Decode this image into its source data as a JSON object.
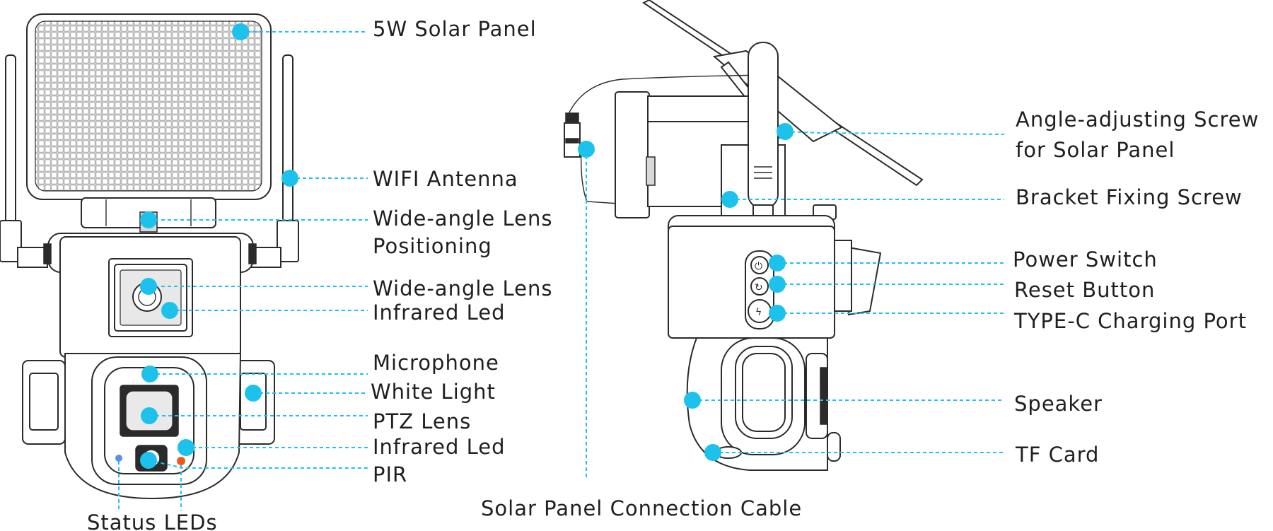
{
  "colors": {
    "callout": "#1cc2ec",
    "status_led_blue": "#5a8ef0",
    "status_led_orange": "#ef5a1a",
    "ink": "#2b2b2b"
  },
  "left_view": {
    "labels": {
      "solar_panel": "5W Solar Panel",
      "wifi_antenna": "WIFI Antenna",
      "wide_lens_positioning_1": "Wide-angle Lens",
      "wide_lens_positioning_2": "Positioning",
      "wide_lens": "Wide-angle Lens",
      "infrared_led_top": "Infrared Led",
      "microphone": "Microphone",
      "white_light": "White Light",
      "ptz_lens": "PTZ Lens",
      "infrared_led_bottom": "Infrared Led",
      "pir": "PIR",
      "status_leds": "Status LEDs"
    }
  },
  "right_view": {
    "labels": {
      "angle_screw_1": "Angle-adjusting Screw",
      "angle_screw_2": "for Solar Panel",
      "bracket_screw": "Bracket Fixing Screw",
      "power_switch": "Power Switch",
      "reset_button": "Reset Button",
      "type_c": "TYPE-C Charging Port",
      "speaker": "Speaker",
      "tf_card": "TF Card",
      "solar_cable": "Solar Panel Connection Cable"
    }
  }
}
